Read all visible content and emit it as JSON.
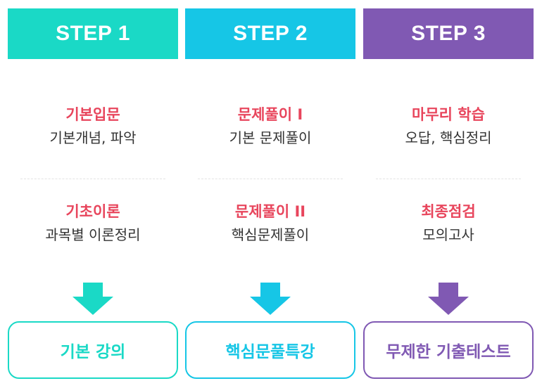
{
  "colors": {
    "step1": "#1ad9c6",
    "step2": "#16c6e6",
    "step3": "#8059b3",
    "title_red": "#e8455c"
  },
  "steps": [
    {
      "header": "STEP 1",
      "block1": {
        "title": "기본입문",
        "sub": "기본개념, 파악"
      },
      "block2": {
        "title": "기초이론",
        "sub": "과목별 이론정리"
      },
      "bottom": "기본 강의"
    },
    {
      "header": "STEP 2",
      "block1": {
        "title": "문제풀이 I",
        "sub": "기본 문제풀이"
      },
      "block2": {
        "title": "문제풀이 II",
        "sub": "핵심문제풀이"
      },
      "bottom": "핵심문풀특강"
    },
    {
      "header": "STEP 3",
      "block1": {
        "title": "마무리 학습",
        "sub": "오답, 핵심정리"
      },
      "block2": {
        "title": "최종점검",
        "sub": "모의고사"
      },
      "bottom": "무제한 기출테스트"
    }
  ]
}
